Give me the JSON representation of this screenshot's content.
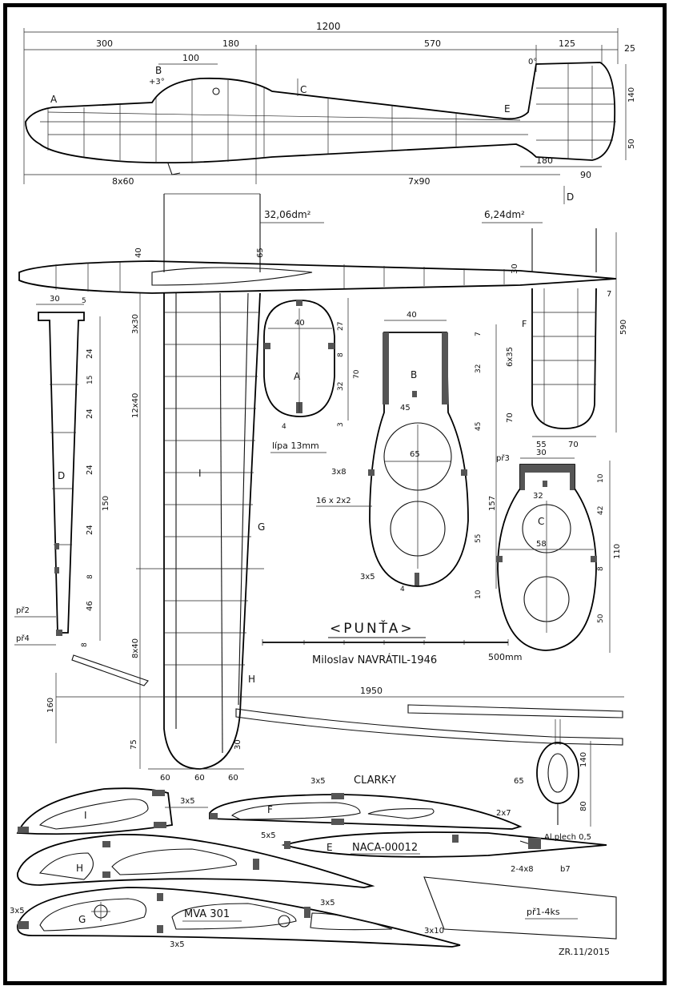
{
  "title": "<PUNŤA>",
  "author": "Miloslav NAVRÁTIL-1946",
  "scale_label": "500mm",
  "signature": "ZR.11/2015",
  "dims": {
    "overall": "1200",
    "d300": "300",
    "d180": "180",
    "d570": "570",
    "d125": "125",
    "d25": "25",
    "d100": "100",
    "plus3": "+3°",
    "zero": "0°",
    "d140": "140",
    "d50": "50",
    "d180b": "180",
    "d90": "90",
    "spacing1": "8x60",
    "spacing2": "7x90",
    "wing_area": "32,06dm²",
    "tail_area": "6,24dm²",
    "d40": "40",
    "d65": "65",
    "d30": "30",
    "d7": "7",
    "d590": "590",
    "d3x30": "3x30",
    "d12x40": "12x40",
    "d8x40": "8x40",
    "d6x35": "6x35",
    "d70": "70",
    "d55": "55",
    "d70b": "70",
    "d1950": "1950",
    "d160": "160",
    "d75": "75",
    "d30b": "30",
    "d60a": "60",
    "d60b": "60",
    "d60c": "60",
    "d140b": "140",
    "d65b": "65",
    "d80": "80"
  },
  "sections": {
    "A": {
      "label": "A",
      "w": "40",
      "d27": "27",
      "d70": "70",
      "d32": "32",
      "d8": "8",
      "d4": "4",
      "d3": "3",
      "note": "lípa 13mm"
    },
    "B": {
      "label": "B",
      "w40": "40",
      "w45": "45",
      "w65": "65",
      "d7": "7",
      "d32": "32",
      "d45": "45",
      "d157": "157",
      "d55": "55",
      "d10": "10",
      "s3x8": "3x8",
      "s16": "16 x 2x2",
      "s3x5": "3x5",
      "d4": "4"
    },
    "C": {
      "label": "C",
      "w30": "30",
      "w32": "32",
      "w58": "58",
      "pr3": "př3",
      "d10": "10",
      "d42": "42",
      "d110": "110",
      "d8": "8",
      "d50": "50"
    }
  },
  "spar_D": {
    "label": "D",
    "w30": "30",
    "d5": "5",
    "d24a": "24",
    "d15": "15",
    "d24b": "24",
    "d24c": "24",
    "d150": "150",
    "d24d": "24",
    "d8": "8",
    "d46": "46",
    "d8b": "8",
    "pr2": "př2",
    "pr4": "př4"
  },
  "station_labels": [
    "A",
    "B",
    "C",
    "D",
    "E",
    "F",
    "G",
    "H",
    "I"
  ],
  "profiles": {
    "clark": "CLARK-Y",
    "naca": "NACA-00012",
    "mva": "MVA 301",
    "s3x5a": "3x5",
    "s3x5b": "3x5",
    "s2x7": "2x7",
    "s5x5": "5x5",
    "s3x5c": "3x5",
    "s3x5d": "3x5",
    "s3x10": "3x10",
    "s3x5e": "3x5",
    "al": "Al.plech 0,5",
    "s2_4x8": "2-4x8",
    "b7": "b7",
    "pr1": "př1-4ks"
  }
}
